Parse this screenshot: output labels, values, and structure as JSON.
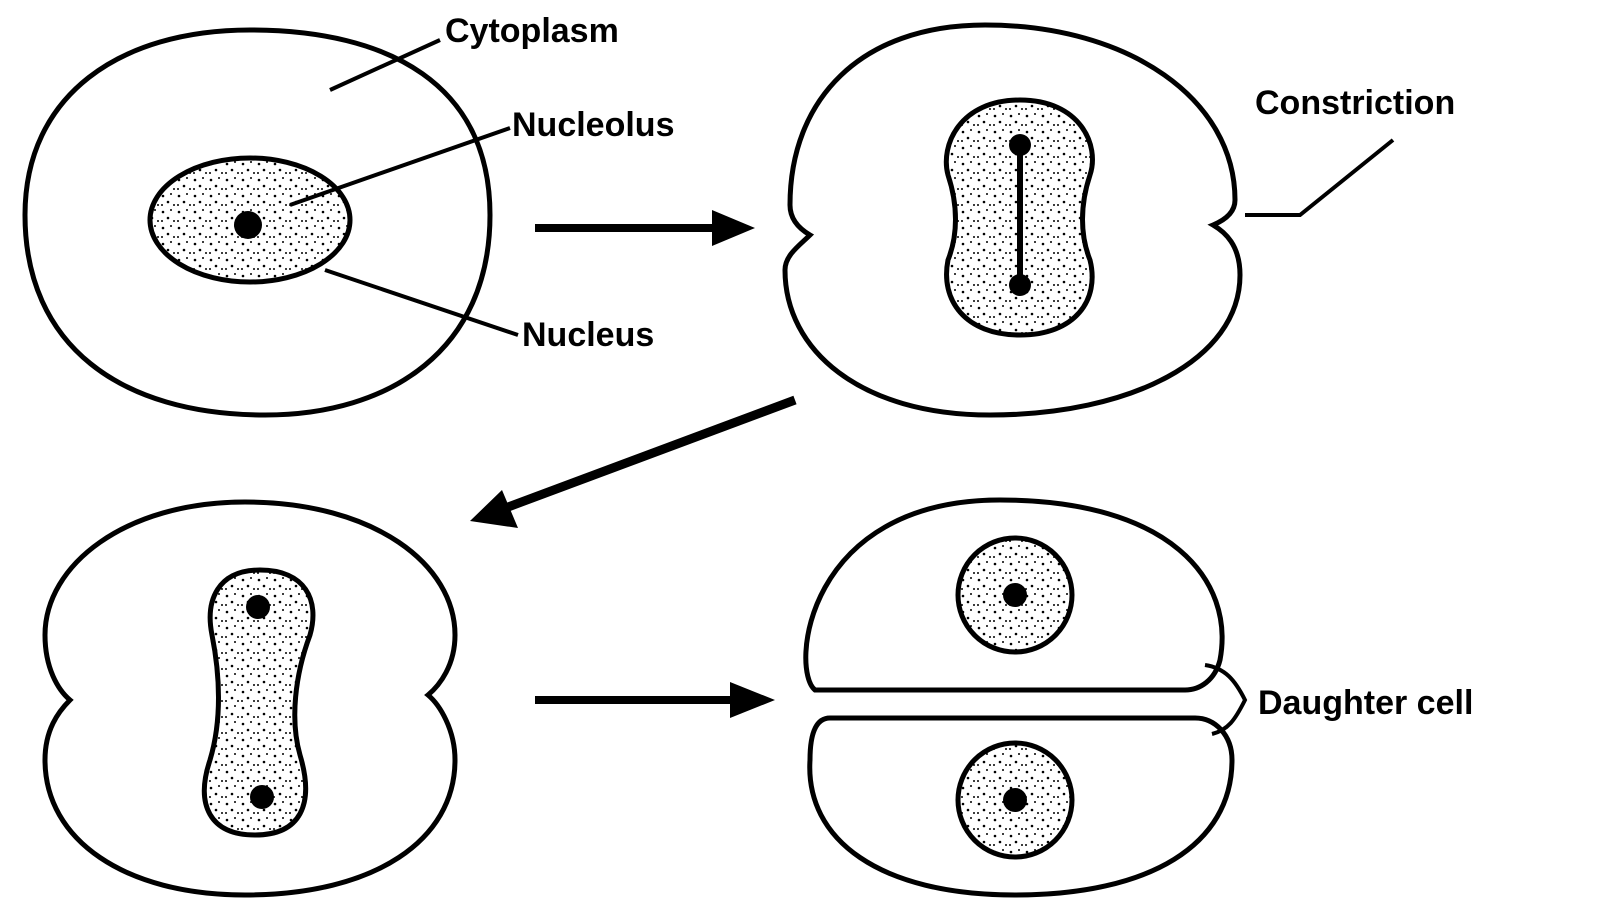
{
  "labels": {
    "cytoplasm": "Cytoplasm",
    "nucleolus": "Nucleolus",
    "nucleus": "Nucleus",
    "constriction": "Constriction",
    "daughter_cell": "Daughter cell"
  },
  "colors": {
    "ink": "#000000",
    "background": "#ffffff"
  }
}
